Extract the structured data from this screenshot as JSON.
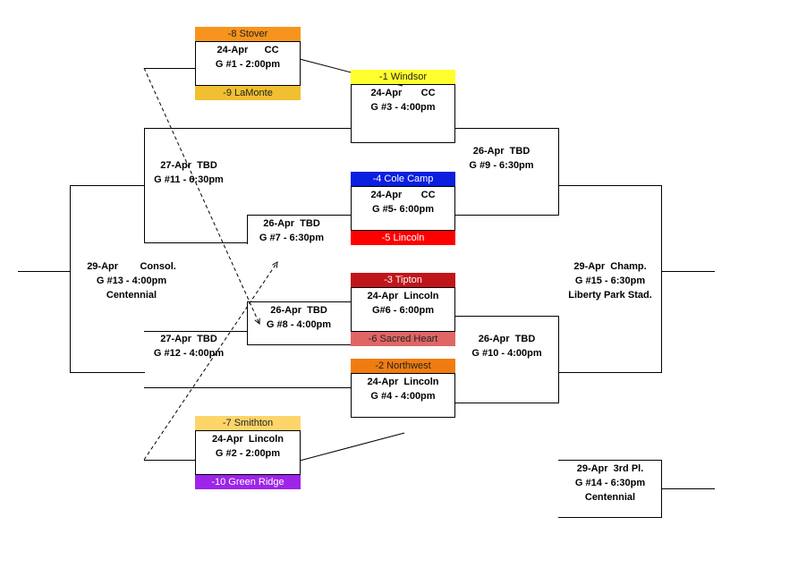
{
  "colors": {
    "stover": "#f7941d",
    "lamonte": "#f0c030",
    "windsor": "#ffff2e",
    "cole_camp": "#0a1fe0",
    "lincoln": "#ff0000",
    "tipton": "#c0161a",
    "sacred_heart": "#e06666",
    "northwest": "#f07c10",
    "smithton": "#fdd56b",
    "green_ridge": "#9d24e8"
  },
  "teams": {
    "stover": "-8 Stover",
    "lamonte": "-9 LaMonte",
    "windsor": "-1 Windsor",
    "cole_camp": "-4 Cole Camp",
    "lincoln": "-5 Lincoln",
    "tipton": "-3 Tipton",
    "sacred_heart": "-6 Sacred Heart",
    "northwest": "-2 Northwest",
    "smithton": "-7 Smithton",
    "green_ridge": "-10 Green Ridge"
  },
  "games": {
    "g1": {
      "line1": "24-Apr      CC",
      "line2": "G #1 - 2:00pm"
    },
    "g3": {
      "line1": "24-Apr       CC",
      "line2": "G #3 - 4:00pm"
    },
    "g5": {
      "line1": "24-Apr       CC",
      "line2": "G #5- 6:00pm"
    },
    "g6": {
      "line1": "24-Apr  Lincoln",
      "line2": "G#6 - 6:00pm"
    },
    "g4": {
      "line1": "24-Apr  Lincoln",
      "line2": "G #4 - 4:00pm"
    },
    "g2": {
      "line1": "24-Apr  Lincoln",
      "line2": "G #2 - 2:00pm"
    },
    "g9": {
      "line1": "26-Apr  TBD",
      "line2": "G #9 - 6:30pm"
    },
    "g10": {
      "line1": "26-Apr  TBD",
      "line2": "G #10 - 4:00pm"
    },
    "g7": {
      "line1": "26-Apr  TBD",
      "line2": "G #7 - 6:30pm"
    },
    "g8": {
      "line1": "26-Apr  TBD",
      "line2": "G #8 - 4:00pm"
    },
    "g11": {
      "line1": "27-Apr  TBD",
      "line2": "G #11 - 6:30pm"
    },
    "g12": {
      "line1": "27-Apr  TBD",
      "line2": "G #12 - 4:00pm"
    },
    "g13": {
      "line1": "29-Apr        Consol.",
      "line2": "G #13 - 4:00pm",
      "line3": "Centennial"
    },
    "g15": {
      "line1": "29-Apr  Champ.",
      "line2": "G #15 - 6:30pm",
      "line3": "Liberty Park Stad."
    },
    "g14": {
      "line1": "29-Apr  3rd Pl.",
      "line2": "G #14 - 6:30pm",
      "line3": "Centennial"
    }
  }
}
